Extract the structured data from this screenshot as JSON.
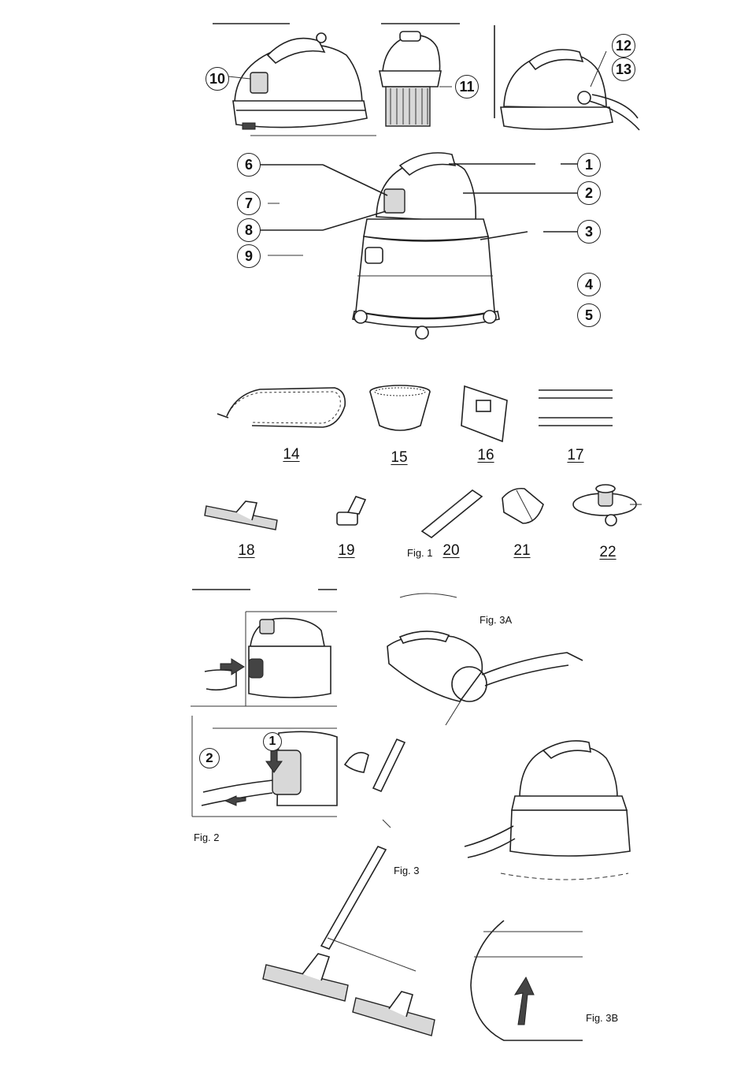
{
  "callouts": {
    "c1": "1",
    "c2": "2",
    "c3": "3",
    "c4": "4",
    "c5": "5",
    "c6": "6",
    "c7": "7",
    "c8": "8",
    "c9": "9",
    "c10": "10",
    "c11": "11",
    "c12": "12",
    "c13": "13"
  },
  "parts": {
    "p14": "14",
    "p15": "15",
    "p16": "16",
    "p17": "17",
    "p18": "18",
    "p19": "19",
    "p20": "20",
    "p21": "21",
    "p22": "22"
  },
  "figures": {
    "fig1": "Fig. 1",
    "fig2": "Fig. 2",
    "fig3": "Fig. 3",
    "fig3a": "Fig. 3A",
    "fig3b": "Fig. 3B"
  },
  "fig2_steps": {
    "s1": "1",
    "s2": "2"
  }
}
